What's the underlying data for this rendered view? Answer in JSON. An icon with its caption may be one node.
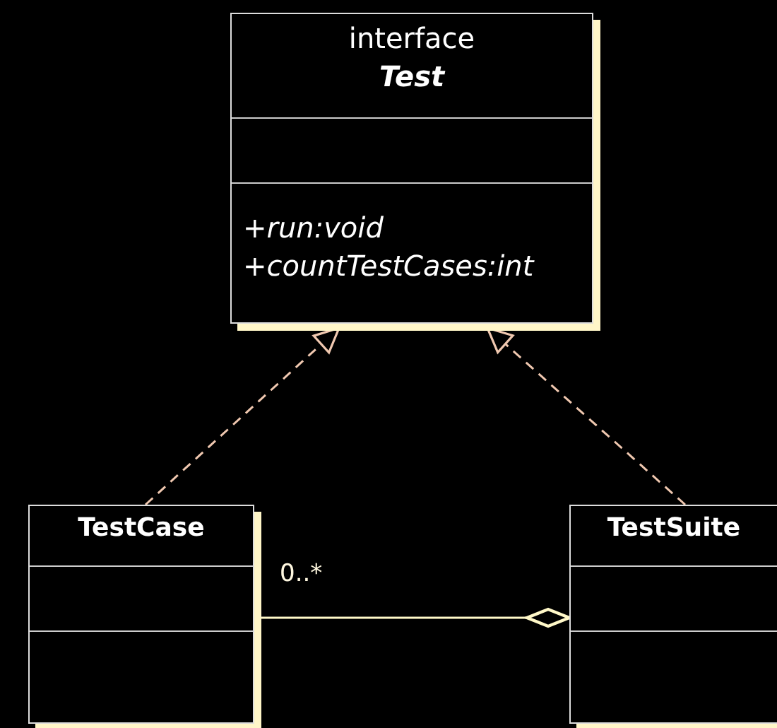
{
  "diagram": {
    "nodes": [
      {
        "text": [
          "interface",
          "Test",
          "+run:void",
          "+countTestCases:int"
        ]
      },
      {
        "text": [
          "TestCase"
        ]
      },
      {
        "text": [
          "TestSuite"
        ]
      }
    ],
    "edges": [
      {
        "from": 1,
        "to": 0,
        "arrow": "to",
        "style": "dashed"
      },
      {
        "from": 2,
        "to": 0,
        "arrow": "to",
        "style": "dashed"
      },
      {
        "from": 1,
        "to": 2,
        "arrow": "other",
        "label": "0..*",
        "color": "#fff8c8"
      }
    ]
  }
}
